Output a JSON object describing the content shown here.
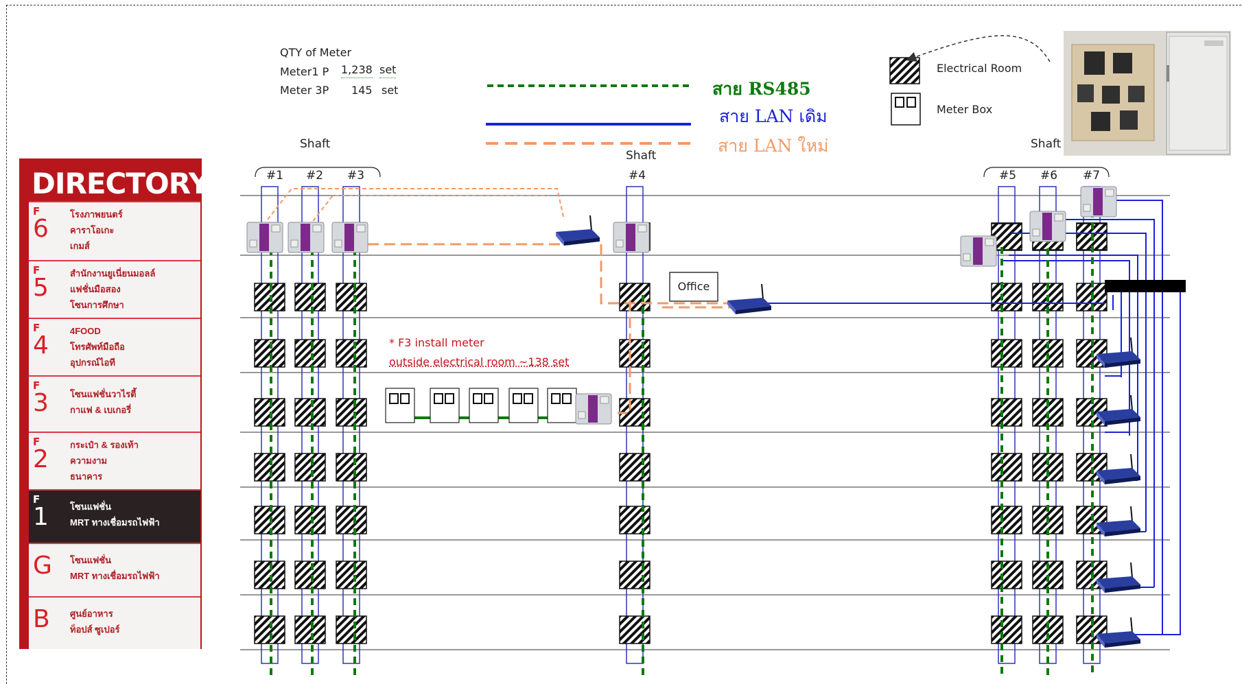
{
  "qty": {
    "title": "QTY of Meter",
    "row1_label": "Meter1 P",
    "row1_value": "1,238",
    "row1_unit": "set",
    "row2_label": "Meter 3P",
    "row2_value": "145",
    "row2_unit": "set"
  },
  "legend": {
    "rs485": "สาย RS485",
    "lan_old": "สาย LAN เดิม",
    "lan_new": "สาย LAN ใหม่",
    "electrical_room": "Electrical Room",
    "meter_box": "Meter Box"
  },
  "shafts": {
    "group1_label": "Shaft",
    "group2_label": "Shaft",
    "group3_label": "Shaft",
    "s1": "#1",
    "s2": "#2",
    "s3": "#3",
    "s4": "#4",
    "s5": "#5",
    "s6": "#6",
    "s7": "#7"
  },
  "office": "Office",
  "note": {
    "line1": "* F3 install meter",
    "line2": "outside electrical room ~138 set"
  },
  "directory": {
    "title": "DIRECTORY",
    "floors": [
      {
        "f": "F",
        "n": "6",
        "items": [
          "โรงภาพยนตร์",
          "คาราโอเกะ",
          "เกมส์"
        ]
      },
      {
        "f": "F",
        "n": "5",
        "items": [
          "สำนักงานยูเนี่ยนมอลล์",
          "แฟชั่นมือสอง",
          "โซนการศึกษา"
        ]
      },
      {
        "f": "F",
        "n": "4",
        "items": [
          "4FOOD",
          "โทรศัพท์มือถือ",
          "อุปกรณ์ไอที"
        ]
      },
      {
        "f": "F",
        "n": "3",
        "items": [
          "โซนแฟชั่นวาไรตี้",
          "กาแฟ & เบเกอรี่"
        ]
      },
      {
        "f": "F",
        "n": "2",
        "items": [
          "กระเป๋า & รองเท้า",
          "ความงาม",
          "ธนาคาร"
        ]
      },
      {
        "f": "F",
        "n": "1",
        "items": [
          "โซนแฟชั่น",
          "MRT ทางเชื่อมรถไฟฟ้า"
        ]
      },
      {
        "f": "",
        "n": "G",
        "items": [
          "โซนแฟชั่น",
          "MRT ทางเชื่อมรถไฟฟ้า"
        ]
      },
      {
        "f": "",
        "n": "B",
        "items": [
          "ศูนย์อาหาร",
          "ท็อปส์ ซูเปอร์"
        ]
      }
    ]
  },
  "colors": {
    "rs485": "#0e7a0e",
    "lan_old": "#1a22d8",
    "lan_new": "#f29a66",
    "directory_red": "#b8161d"
  },
  "icons": [
    "hatched-room-icon",
    "meter-box-icon",
    "converter-icon",
    "router-icon",
    "switch-icon"
  ]
}
